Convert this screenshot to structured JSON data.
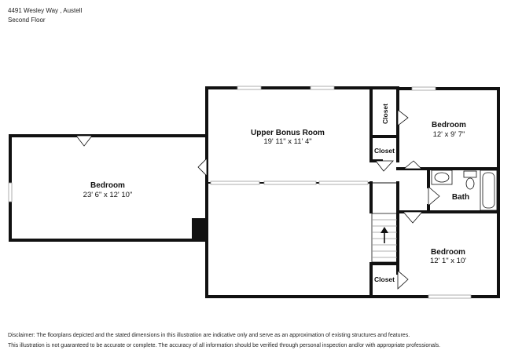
{
  "header": {
    "address": "4491 Wesley Way , Austell",
    "floor": "Second Floor"
  },
  "rooms": {
    "bedroom_left": {
      "name": "Bedroom",
      "dims": "23' 6\" x 12' 10\""
    },
    "bonus": {
      "name": "Upper Bonus Room",
      "dims": "19' 11\" x 11' 4\""
    },
    "bedroom_top_right": {
      "name": "Bedroom",
      "dims": "12' x 9' 7\""
    },
    "bedroom_bottom_right": {
      "name": "Bedroom",
      "dims": "12' 1\" x 10'"
    },
    "bath": {
      "name": "Bath"
    },
    "closet_top": {
      "name": "Closet"
    },
    "closet_mid": {
      "name": "Closet"
    },
    "closet_bottom": {
      "name": "Closet"
    }
  },
  "disclaimer": {
    "line1": "Disclaimer: The floorplans depicted and the stated dimensions in this illustration are indicative only and serve as an approximation of existing structures and features.",
    "line2": "This illustration is not guaranteed to be accurate or complete. The accuracy of all information should be verified through personal inspection and/or with appropriate professionals."
  }
}
